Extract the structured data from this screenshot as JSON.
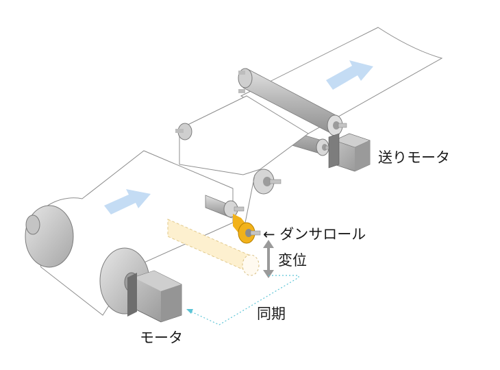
{
  "labels": {
    "feed_motor": "送りモータ",
    "dancer_roll": "← ダンサロール",
    "displacement": "変位",
    "sync": "同期",
    "motor": "モータ"
  },
  "colors": {
    "web": "#ffffff",
    "web_edge": "#8c8c8c",
    "roller": "#b9b9b9",
    "roller_dark": "#8a8a8a",
    "motor_body": "#a8a8a8",
    "flow_arrow": "#c4dcf4",
    "dancer": "#f2b21a",
    "dancer_ghost": "#fdf0cf",
    "sync_line": "#5bc4d6",
    "displacement_arrow": "#9a9a9a"
  },
  "icons": {
    "flow_arrow": "arrow-flow-icon",
    "displacement_arrow": "double-arrow-vertical-icon"
  }
}
